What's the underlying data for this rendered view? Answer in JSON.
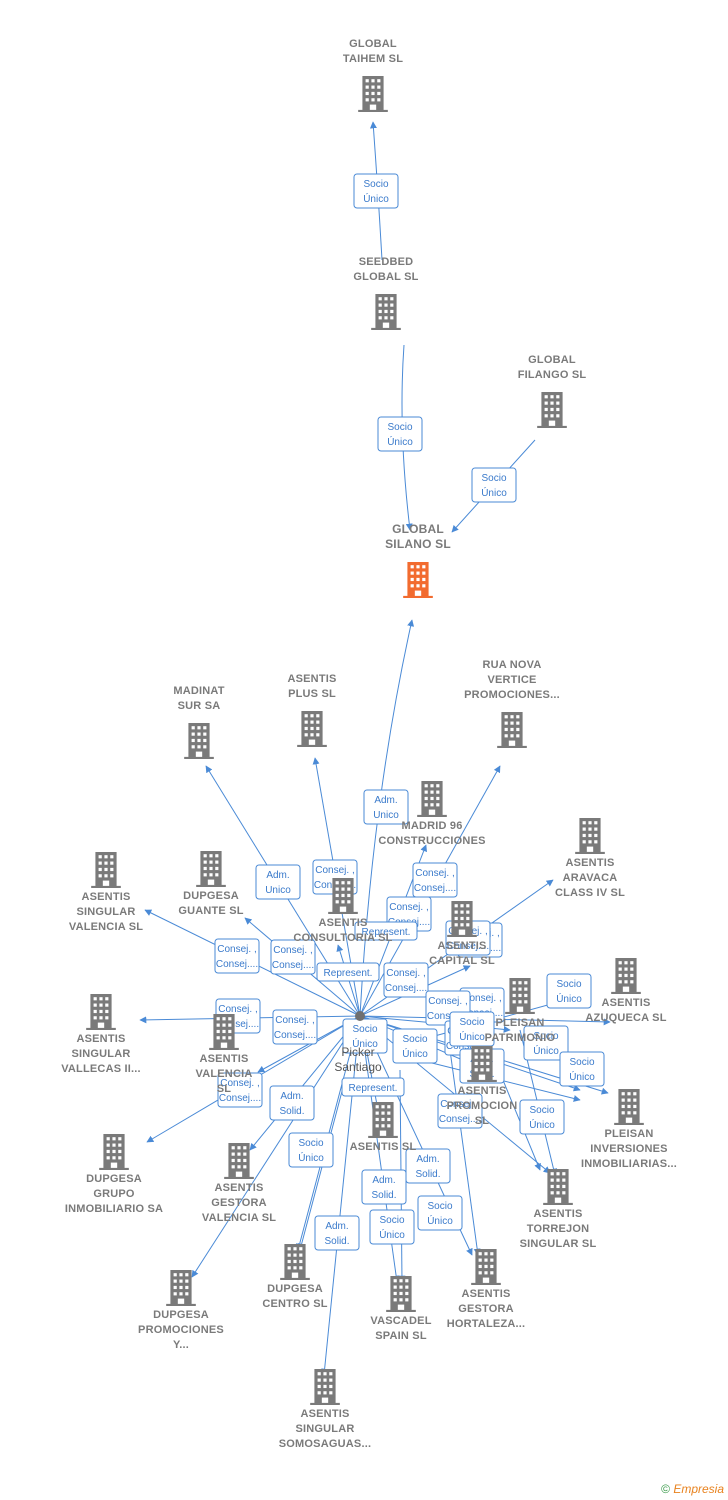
{
  "colors": {
    "edge": "#4a8ad6",
    "building": "#7a7a7a",
    "focus": "#f26b2f"
  },
  "nodes": [
    {
      "id": "taihem",
      "lines": [
        "GLOBAL",
        "TAIHEM SL"
      ],
      "icon": "building-icon"
    },
    {
      "id": "seedbed",
      "lines": [
        "SEEDBED",
        "GLOBAL  SL"
      ],
      "icon": "building-icon"
    },
    {
      "id": "filango",
      "lines": [
        "GLOBAL",
        "FILANGO  SL"
      ],
      "icon": "building-icon"
    },
    {
      "id": "silano",
      "lines": [
        "GLOBAL",
        "SILANO  SL"
      ],
      "icon": "building-icon",
      "focus": true
    },
    {
      "id": "madinat",
      "lines": [
        "MADINAT",
        "SUR SA"
      ],
      "icon": "building-icon"
    },
    {
      "id": "asentis_plus",
      "lines": [
        "ASENTIS",
        "PLUS  SL"
      ],
      "icon": "building-icon"
    },
    {
      "id": "rua_nova",
      "lines": [
        "RUA NOVA",
        "VERTICE",
        "PROMOCIONES..."
      ],
      "icon": "building-icon"
    },
    {
      "id": "madrid96",
      "lines": [
        "MADRID 96",
        "CONSTRUCCIONES"
      ],
      "icon": "building-icon"
    },
    {
      "id": "aravaca",
      "lines": [
        "ASENTIS",
        "ARAVACA",
        "CLASS IV  SL"
      ],
      "icon": "building-icon"
    },
    {
      "id": "sing_val",
      "lines": [
        "ASENTIS",
        "SINGULAR",
        "VALENCIA  SL"
      ],
      "icon": "building-icon"
    },
    {
      "id": "dupgesa_guante",
      "lines": [
        "DUPGESA",
        "GUANTE  SL"
      ],
      "icon": "building-icon"
    },
    {
      "id": "consultoria",
      "lines": [
        "ASENTIS",
        "CONSULTORIA SL"
      ],
      "icon": "building-icon"
    },
    {
      "id": "capital",
      "lines": [
        "ASENTIS",
        "CAPITAL  SL"
      ],
      "icon": "building-icon"
    },
    {
      "id": "azuqueca",
      "lines": [
        "ASENTIS",
        "AZUQUECA  SL"
      ],
      "icon": "building-icon"
    },
    {
      "id": "vallecas",
      "lines": [
        "ASENTIS",
        "SINGULAR",
        "VALLECAS II..."
      ],
      "icon": "building-icon"
    },
    {
      "id": "asentis_val",
      "lines": [
        "ASENTIS",
        "VALENCIA",
        "SL"
      ],
      "icon": "building-icon"
    },
    {
      "id": "pleisan_patr",
      "lines": [
        "PLEISAN",
        "PATRIMONIO"
      ],
      "icon": "building-icon"
    },
    {
      "id": "promocion",
      "lines": [
        "ASENTIS",
        "PROMOCION",
        "SL"
      ],
      "icon": "building-icon"
    },
    {
      "id": "pleisan_inv",
      "lines": [
        "PLEISAN",
        "INVERSIONES",
        "INMOBILIARIAS..."
      ],
      "icon": "building-icon"
    },
    {
      "id": "dupgesa_grupo",
      "lines": [
        "DUPGESA",
        "GRUPO",
        "INMOBILIARIO SA"
      ],
      "icon": "building-icon"
    },
    {
      "id": "asentis_sl",
      "lines": [
        "ASENTIS  SL"
      ],
      "icon": "building-icon"
    },
    {
      "id": "gestora_val",
      "lines": [
        "ASENTIS",
        "GESTORA",
        "VALENCIA  SL"
      ],
      "icon": "building-icon"
    },
    {
      "id": "torrejon",
      "lines": [
        "ASENTIS",
        "TORREJON",
        "SINGULAR  SL"
      ],
      "icon": "building-icon"
    },
    {
      "id": "dupgesa_centro",
      "lines": [
        "DUPGESA",
        "CENTRO SL"
      ],
      "icon": "building-icon"
    },
    {
      "id": "hortaleza",
      "lines": [
        "ASENTIS",
        "GESTORA",
        "HORTALEZA..."
      ],
      "icon": "building-icon"
    },
    {
      "id": "vascadel",
      "lines": [
        "VASCADEL",
        "SPAIN  SL"
      ],
      "icon": "building-icon"
    },
    {
      "id": "dupgesa_prom",
      "lines": [
        "DUPGESA",
        "PROMOCIONES",
        "Y..."
      ],
      "icon": "building-icon"
    },
    {
      "id": "somosaguas",
      "lines": [
        "ASENTIS",
        "SINGULAR",
        "SOMOSAGUAS..."
      ],
      "icon": "building-icon"
    }
  ],
  "person": {
    "lines": [
      "Picker",
      "Santiago"
    ],
    "icon": "person-icon"
  },
  "edge_labels": [
    [
      "Socio",
      "Único"
    ],
    [
      "Socio",
      "Único"
    ],
    [
      "Socio",
      "Único"
    ],
    [
      "Adm.",
      "Unico"
    ],
    [
      "Adm.",
      "Unico"
    ],
    [
      "Consej. ,",
      "Consej...."
    ],
    [
      "Consej. ,",
      "Consej...."
    ],
    [
      "Consej. ,",
      "Consej...."
    ],
    [
      "Consej. ,",
      "Consej...."
    ],
    [
      "Consej. ,",
      "Consej...."
    ],
    [
      "Consej. ,",
      "Consej...."
    ],
    [
      "Consej. ,",
      "Consej...."
    ],
    [
      "Consej. ,",
      "Consej...."
    ],
    [
      "Consej. ,",
      "Consej...."
    ],
    [
      "Consej. ,",
      "Consej...."
    ],
    [
      "Consej. ,",
      "Consej...."
    ],
    [
      "Consej. ,",
      "Consej...."
    ],
    [
      "Consej. ,",
      "Consej...."
    ],
    [
      "Consej. ,",
      "Consej...."
    ],
    [
      "Consej. ,",
      "Consej...."
    ],
    [
      "Represent."
    ],
    [
      "Represent."
    ],
    [
      "Represent."
    ],
    [
      "Socio",
      "Único"
    ],
    [
      "Socio",
      "Único"
    ],
    [
      "Socio",
      "Único"
    ],
    [
      "Socio",
      "Único"
    ],
    [
      "Socio",
      "Único"
    ],
    [
      "Socio",
      "Único"
    ],
    [
      "Socio",
      "Único"
    ],
    [
      "Socio",
      "Único"
    ],
    [
      "Socio",
      "Único"
    ],
    [
      "Socio",
      "Único"
    ],
    [
      "Adm.",
      "Solid."
    ],
    [
      "Adm.",
      "Solid."
    ],
    [
      "Adm.",
      "Solid."
    ],
    [
      "Adm.",
      "Solid."
    ],
    [
      "Adm.",
      "Solid."
    ]
  ],
  "footer": {
    "copyright": "©",
    "brand": "Empresia"
  }
}
